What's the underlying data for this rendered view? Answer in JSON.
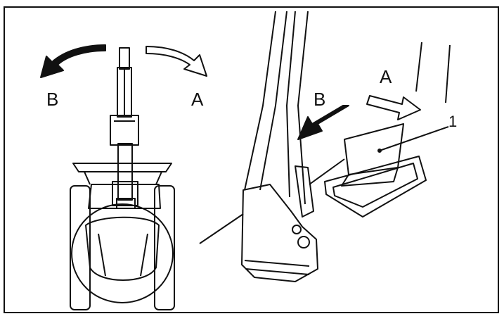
{
  "figure": {
    "left_view": {
      "label_b": "B",
      "label_a": "A"
    },
    "right_view": {
      "label_b": "B",
      "label_a": "A",
      "callout_number": "1"
    },
    "colors": {
      "line": "#111111",
      "arrow_dark": "#111111",
      "arrow_light": "#ffffff",
      "background": "#ffffff"
    }
  }
}
